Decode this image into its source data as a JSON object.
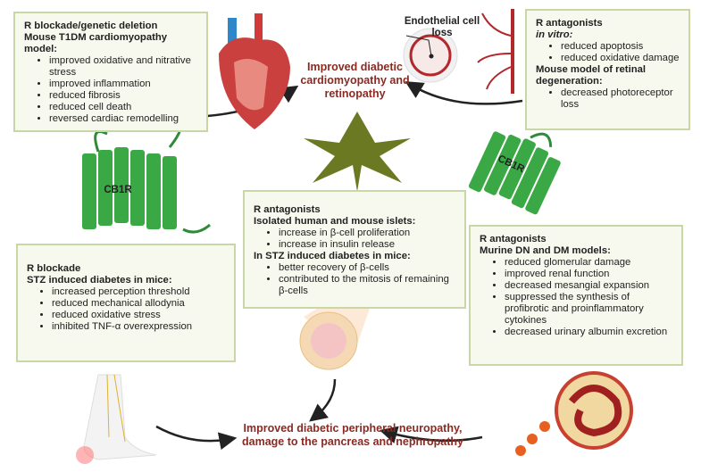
{
  "top_outcome": "Improved diabetic cardiomyopathy and retinopathy",
  "bottom_outcome": "Improved diabetic  peripheral neuropathy, damage to the pancreas and nephropathy",
  "endothelial_label": "Endothelial cell loss",
  "receptor_label": "CB1R",
  "boxes": {
    "cardio": {
      "heading1": "R blockade/genetic deletion",
      "heading2": "Mouse T1DM cardiomyopathy model:",
      "items": [
        "improved oxidative and nitrative stress",
        "improved inflammation",
        "reduced fibrosis",
        "reduced cell death",
        "reversed cardiac remodelling"
      ]
    },
    "retina": {
      "heading1": "R antagonists",
      "heading2": "in vitro:",
      "items": [
        "reduced apoptosis",
        "reduced oxidative damage"
      ],
      "heading3": "Mouse model of retinal degeneration:",
      "items2": [
        "decreased photoreceptor loss"
      ]
    },
    "pancreas": {
      "heading1": "R antagonists",
      "heading2": "Isolated human and mouse islets:",
      "items": [
        "increase in β-cell proliferation",
        "increase in insulin release"
      ],
      "heading3": "In STZ induced diabetes in mice:",
      "items2": [
        "better recovery of β-cells",
        "contributed to the mitosis of remaining β-cells"
      ]
    },
    "neuropathy": {
      "heading1": "R blockade",
      "heading2": "STZ induced diabetes in mice:",
      "items": [
        "increased perception threshold",
        "reduced mechanical allodynia",
        "reduced oxidative stress",
        "inhibited TNF-α overexpression"
      ]
    },
    "kidney": {
      "heading1": "R antagonists",
      "heading2": "Murine DN and DM models:",
      "items": [
        "reduced glomerular damage",
        "improved renal function",
        "decreased mesangial expansion",
        "suppressed the synthesis of profibrotic and proinflammatory cytokines",
        "decreased urinary albumin excretion"
      ]
    }
  },
  "colors": {
    "outcome": "#8a2a22",
    "box_bg": "#f8f9ee",
    "box_border": "#c9d6a6",
    "receptor": "#3aa845",
    "leaf": "#6b7a22"
  }
}
